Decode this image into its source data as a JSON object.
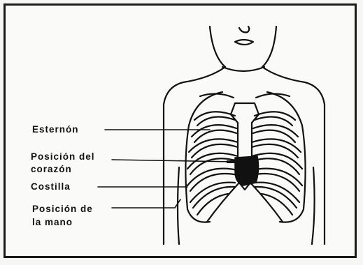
{
  "labels": {
    "sternum": "Esternón",
    "heart_position_line1": "Posición del",
    "heart_position_line2": "corazón",
    "rib": "Costilla",
    "hand_position_line1": "Posición de",
    "hand_position_line2": "la mano"
  },
  "colors": {
    "ink": "#111111",
    "heart_fill": "#111111",
    "paper": "#fafaf8"
  }
}
